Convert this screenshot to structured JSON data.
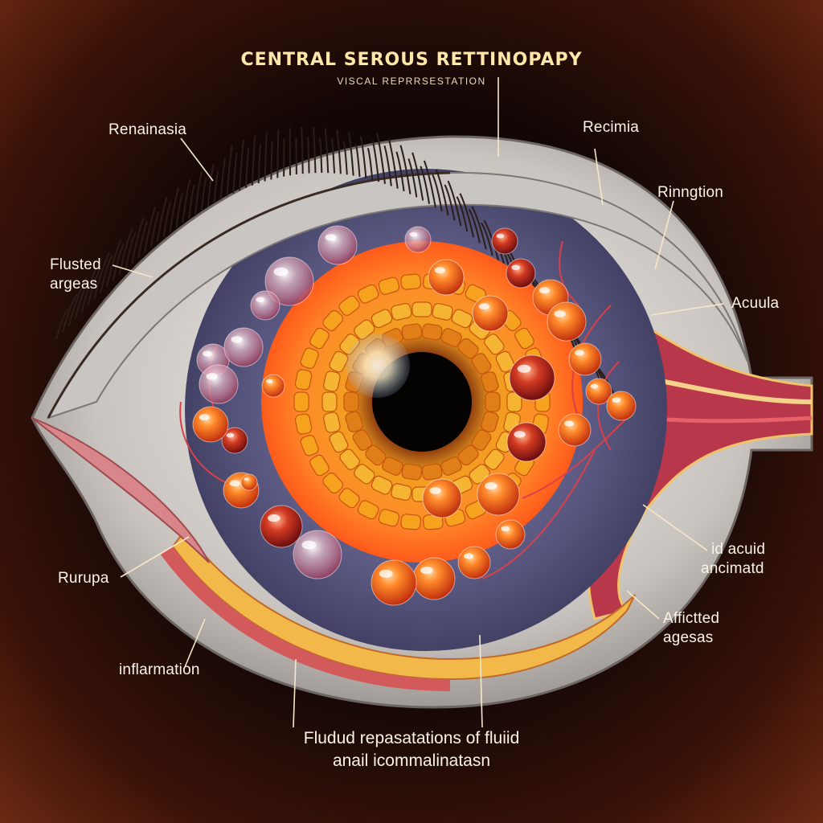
{
  "title": "CENTRAL SEROUS RETTINOPAPY",
  "subtitle": "VISCAL REPRRSESTATION",
  "labels": {
    "renainasia": "Renainasia",
    "recimia": "Recimia",
    "rinngtion": "Rinngtion",
    "flusted_1": "Flusted",
    "flusted_2": "argeas",
    "acuula": "Acuula",
    "rurupa": "Rurupa",
    "id_acuid_1": "id acuid",
    "id_acuid_2": "ancimatd",
    "affticted_1": "Affictted",
    "affticted_2": "agesas",
    "inflammation": "inflarmation",
    "bottom_1": "Fludud repasatations of fluiid",
    "bottom_2": "anail icommalinatasn"
  },
  "colors": {
    "iris": "#ff7a1f",
    "iris_inner": "#f6a21a",
    "pupil": "#050202",
    "sclera": "#d9d4cf",
    "vessel": "#e04a4a",
    "label_text": "#fbf3e4",
    "title_text": "#ffe7a8"
  }
}
